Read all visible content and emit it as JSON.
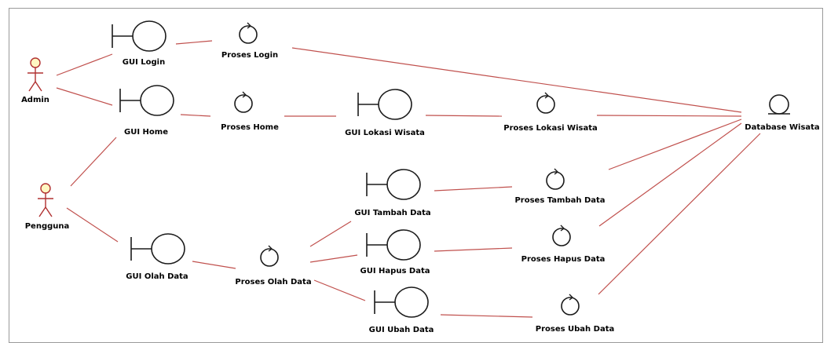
{
  "nodes": [
    {
      "id": "admin",
      "kind": "actor",
      "label": "Admin"
    },
    {
      "id": "pengguna",
      "kind": "actor",
      "label": "Pengguna"
    },
    {
      "id": "gui_login",
      "kind": "boundary",
      "label": "GUI Login"
    },
    {
      "id": "gui_home",
      "kind": "boundary",
      "label": "GUI Home"
    },
    {
      "id": "gui_olah",
      "kind": "boundary",
      "label": "GUI Olah Data"
    },
    {
      "id": "gui_lokasi",
      "kind": "boundary",
      "label": "GUI Lokasi Wisata"
    },
    {
      "id": "gui_tambah",
      "kind": "boundary",
      "label": "GUI Tambah Data"
    },
    {
      "id": "gui_hapus",
      "kind": "boundary",
      "label": "GUI Hapus Data"
    },
    {
      "id": "gui_ubah",
      "kind": "boundary",
      "label": "GUI Ubah Data"
    },
    {
      "id": "p_login",
      "kind": "control",
      "label": "Proses Login"
    },
    {
      "id": "p_home",
      "kind": "control",
      "label": "Proses Home"
    },
    {
      "id": "p_lokasi",
      "kind": "control",
      "label": "Proses Lokasi Wisata"
    },
    {
      "id": "p_olah",
      "kind": "control",
      "label": "Proses Olah Data"
    },
    {
      "id": "p_tambah",
      "kind": "control",
      "label": "Proses Tambah Data"
    },
    {
      "id": "p_hapus",
      "kind": "control",
      "label": "Proses Hapus Data"
    },
    {
      "id": "p_ubah",
      "kind": "control",
      "label": "Proses Ubah Data"
    },
    {
      "id": "db",
      "kind": "entity",
      "label": "Database Wisata"
    }
  ],
  "edges": [
    [
      "admin",
      "gui_login"
    ],
    [
      "admin",
      "gui_home"
    ],
    [
      "pengguna",
      "gui_home"
    ],
    [
      "pengguna",
      "gui_olah"
    ],
    [
      "gui_login",
      "p_login"
    ],
    [
      "p_login",
      "db"
    ],
    [
      "gui_home",
      "p_home"
    ],
    [
      "p_home",
      "gui_lokasi"
    ],
    [
      "gui_lokasi",
      "p_lokasi"
    ],
    [
      "p_lokasi",
      "db"
    ],
    [
      "gui_olah",
      "p_olah"
    ],
    [
      "p_olah",
      "gui_tambah"
    ],
    [
      "p_olah",
      "gui_hapus"
    ],
    [
      "p_olah",
      "gui_ubah"
    ],
    [
      "gui_tambah",
      "p_tambah"
    ],
    [
      "gui_hapus",
      "p_hapus"
    ],
    [
      "gui_ubah",
      "p_ubah"
    ],
    [
      "p_tambah",
      "db"
    ],
    [
      "p_hapus",
      "db"
    ],
    [
      "p_ubah",
      "db"
    ]
  ],
  "colors": {
    "connector": "#c0504d",
    "actor_fill": "#fff7c2",
    "actor_stroke": "#b03030"
  }
}
